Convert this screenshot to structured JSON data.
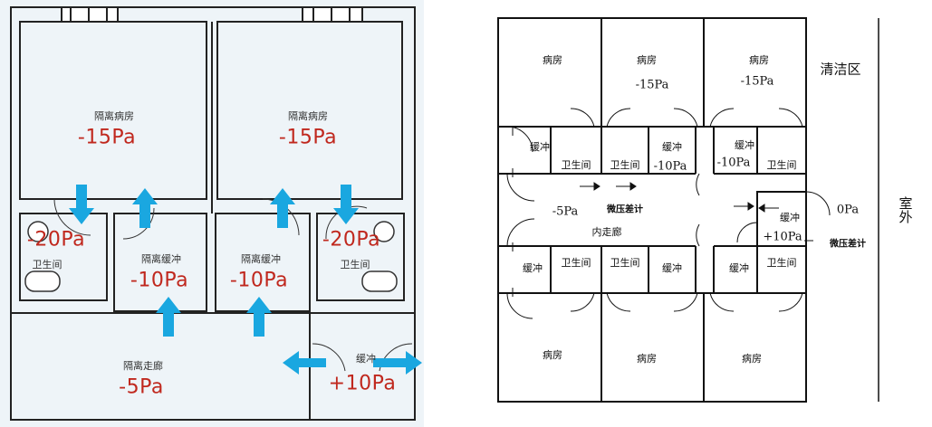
{
  "left": {
    "rooms": {
      "isolation_ward_1": {
        "label": "隔离病房",
        "pressure": "-15Pa"
      },
      "isolation_ward_2": {
        "label": "隔离病房",
        "pressure": "-15Pa"
      },
      "bathroom_1": {
        "label": "卫生间",
        "pressure": "-20Pa"
      },
      "bathroom_2": {
        "label": "卫生间",
        "pressure": "-20Pa"
      },
      "buffer_1": {
        "label": "隔离缓冲",
        "pressure": "-10Pa"
      },
      "buffer_2": {
        "label": "隔离缓冲",
        "pressure": "-10Pa"
      },
      "corridor": {
        "label": "隔离走廊",
        "pressure": "-5Pa"
      },
      "entry_buffer": {
        "label": "缓冲",
        "pressure": "+10Pa"
      }
    },
    "colors": {
      "arrow": "#1aa7e0",
      "pressure_text": "#c0281e",
      "wall": "#222222"
    }
  },
  "right": {
    "wards_top": [
      {
        "label": "病房",
        "pressure": ""
      },
      {
        "label": "病房",
        "pressure": "-15Pa"
      },
      {
        "label": "病房",
        "pressure": "-15Pa"
      }
    ],
    "wards_bottom": [
      {
        "label": "病房"
      },
      {
        "label": "病房"
      },
      {
        "label": "病房"
      }
    ],
    "buffer_label": "缓冲",
    "bathroom_label": "卫生间",
    "pressure_buffer_a": "-10Pa",
    "pressure_buffer_b": "-10Pa",
    "corridor_label": "内走廊",
    "corridor_pressure": "-5Pa",
    "gauge_label": "微压差计",
    "clean_zone": "清洁区",
    "outdoor": "室外",
    "entry_pressure": "+10Pa",
    "outside_pressure": "0Pa"
  }
}
